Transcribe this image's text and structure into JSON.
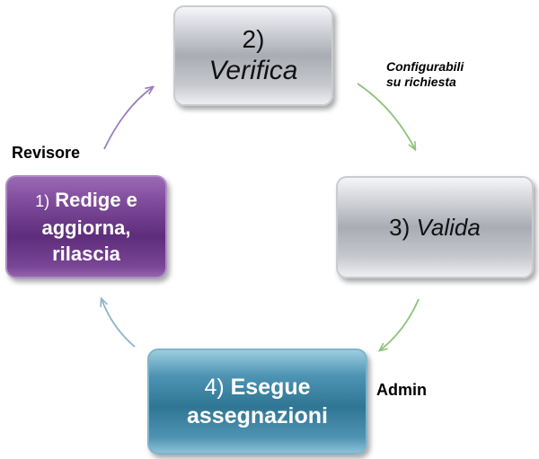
{
  "steps": {
    "verifica": {
      "number": "2)",
      "word": "Verifica"
    },
    "valida": {
      "number": "3)",
      "word": "Valida"
    },
    "esegue": {
      "line1_number": "4)",
      "line1_word": "Esegue",
      "line2": "assegnazioni"
    },
    "redige": {
      "line1_number": "1)",
      "line1_word": "Redige e",
      "line2": "aggiorna,",
      "line3": "rilascia"
    }
  },
  "labels": {
    "revisore": "Revisore",
    "admin": "Admin",
    "configurabili_line1": "Configurabili",
    "configurabili_line2": "su richiesta"
  },
  "colors": {
    "gray_box": "#a9acb3",
    "blue_box": "#2f7594",
    "purple_box": "#5e2d7b",
    "arrow_top_left": "#9b7fc0",
    "arrow_top_right": "#8fc27a",
    "arrow_bottom_right": "#8fc27a",
    "arrow_bottom_left": "#8fb4c8"
  }
}
